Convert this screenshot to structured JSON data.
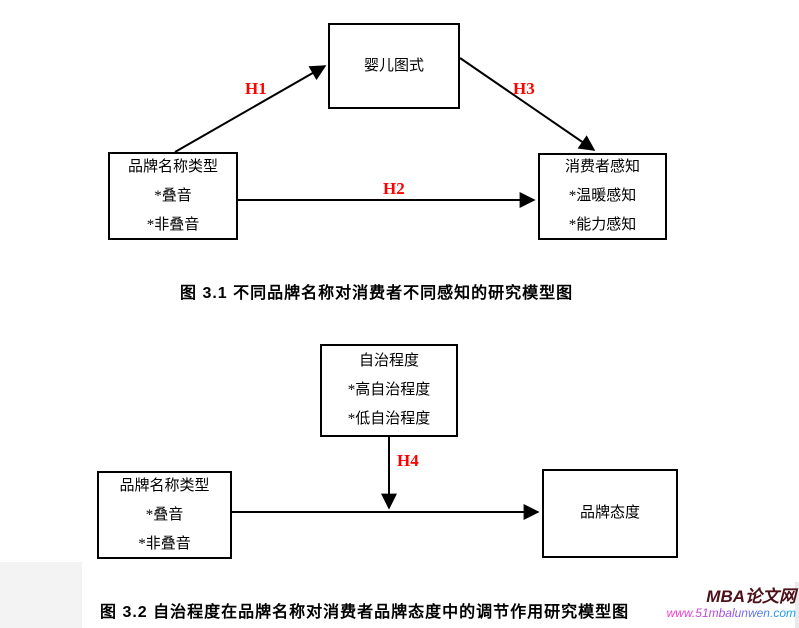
{
  "diagram1": {
    "caption": "图 3.1 不同品牌名称对消费者不同感知的研究模型图",
    "top_box": {
      "lines": [
        "婴儿图式"
      ]
    },
    "left_box": {
      "lines": [
        "品牌名称类型",
        "*叠音",
        "*非叠音"
      ]
    },
    "right_box": {
      "lines": [
        "消费者感知",
        "*温暖感知",
        "*能力感知"
      ]
    },
    "hypotheses": {
      "h1": "H1",
      "h2": "H2",
      "h3": "H3"
    }
  },
  "diagram2": {
    "caption": "图 3.2 自治程度在品牌名称对消费者品牌态度中的调节作用研究模型图",
    "top_box": {
      "lines": [
        "自治程度",
        "*高自治程度",
        "*低自治程度"
      ]
    },
    "left_box": {
      "lines": [
        "品牌名称类型",
        "*叠音",
        "*非叠音"
      ]
    },
    "right_box": {
      "lines": [
        "品牌态度"
      ]
    },
    "hypotheses": {
      "h4": "H4"
    }
  },
  "watermark": {
    "title": "MBA论文网",
    "url": "www.51mbalunwen.com"
  },
  "colors": {
    "hypothesis_label": "#ff0000",
    "box_border": "#000000",
    "arrow": "#000000",
    "caption_text": "#000000",
    "watermark_title": "#4c1018",
    "watermark_url_gradient_start": "#ff38c8",
    "watermark_url_gradient_end": "#00aaee",
    "page_background": "#ffffff"
  }
}
